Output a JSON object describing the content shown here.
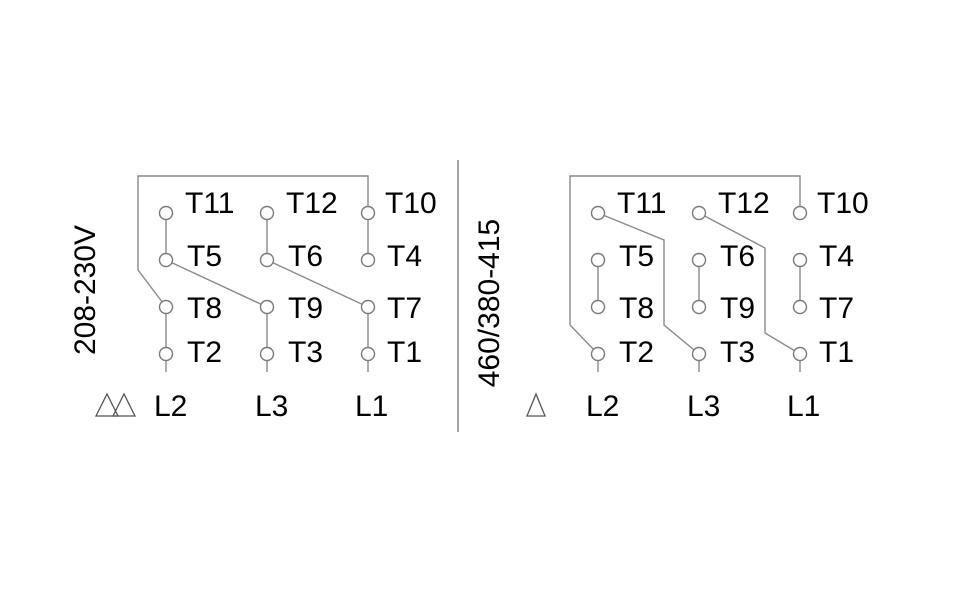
{
  "left_panel": {
    "voltage": "208-230V",
    "row1": {
      "a": "T11",
      "b": "T12",
      "c": "T10"
    },
    "row2": {
      "a": "T5",
      "b": "T6",
      "c": "T4"
    },
    "row3": {
      "a": "T8",
      "b": "T9",
      "c": "T7"
    },
    "row4": {
      "a": "T2",
      "b": "T3",
      "c": "T1"
    },
    "lines": {
      "a": "L2",
      "b": "L3",
      "c": "L1"
    },
    "symbol": "double-delta"
  },
  "right_panel": {
    "voltage": "460/380-415",
    "row1": {
      "a": "T11",
      "b": "T12",
      "c": "T10"
    },
    "row2": {
      "a": "T5",
      "b": "T6",
      "c": "T4"
    },
    "row3": {
      "a": "T8",
      "b": "T9",
      "c": "T7"
    },
    "row4": {
      "a": "T2",
      "b": "T3",
      "c": "T1"
    },
    "lines": {
      "a": "L2",
      "b": "L3",
      "c": "L1"
    },
    "symbol": "delta"
  },
  "colors": {
    "wire": "#8a8a8a",
    "text": "#000000"
  }
}
